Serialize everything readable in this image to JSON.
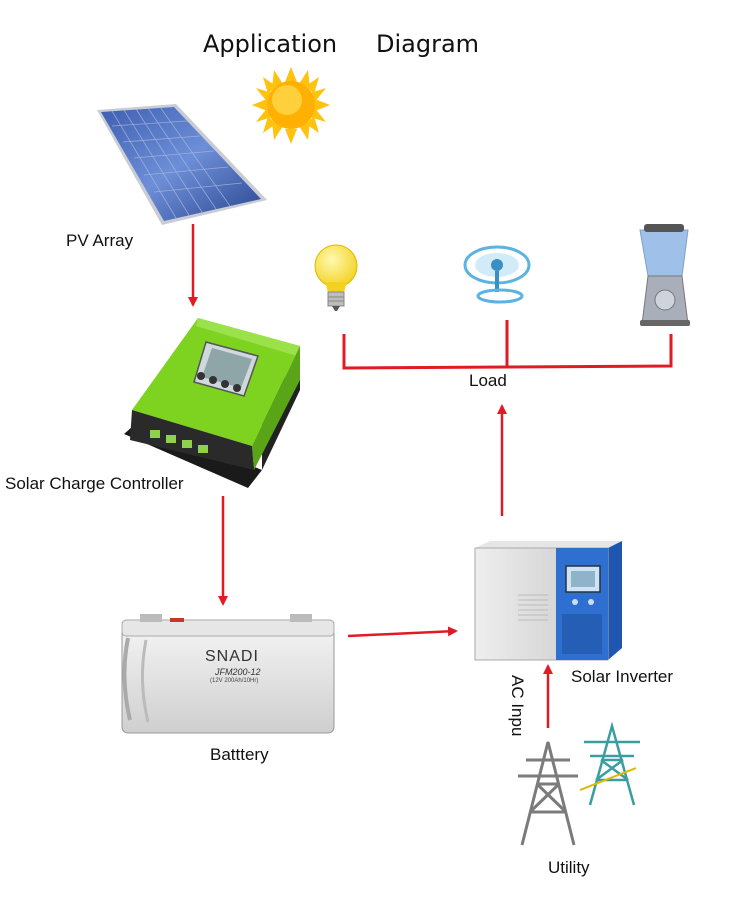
{
  "title": {
    "part1": "Application",
    "part2": "Diagram"
  },
  "labels": {
    "pv_array": "PV Array",
    "charge_controller": "Solar Charge Controller",
    "battery": "Batttery",
    "inverter": "Solar Inverter",
    "load": "Load",
    "ac_input": "AC Inpu",
    "utility": "Utility"
  },
  "battery_print": {
    "brand": "SNADI",
    "model": "JFM200-12",
    "rating": "(12V 200Ah/10Hr)"
  },
  "colors": {
    "arrow": "#e01b24",
    "controller_green": "#7ed321",
    "inverter_blue": "#2f6fd0",
    "sun": "#ffc20e"
  },
  "icons": [
    "sun-icon",
    "solar-panel-icon",
    "charge-controller-icon",
    "battery-icon",
    "inverter-icon",
    "light-bulb-icon",
    "fan-icon",
    "blender-icon",
    "power-tower-icon"
  ]
}
